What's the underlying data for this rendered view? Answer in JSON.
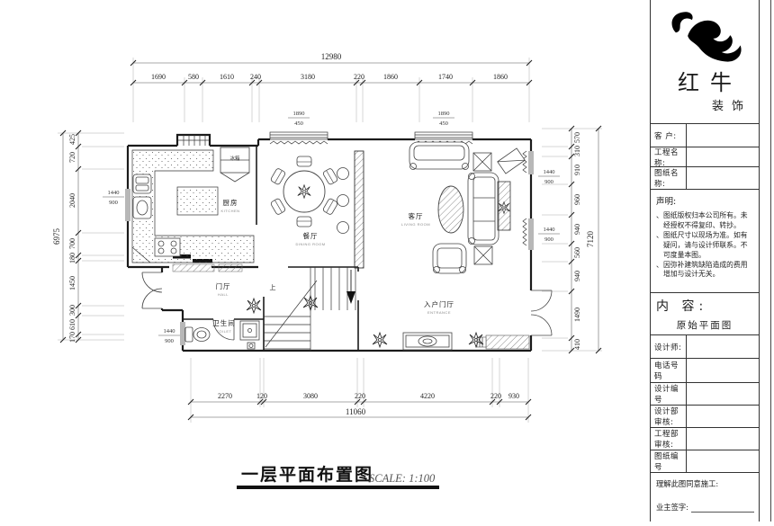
{
  "drawing": {
    "footer_title": "一层平面布置图",
    "footer_scale": "SCALE: 1:100"
  },
  "dimensions": {
    "top": {
      "total": "12980",
      "segments": [
        "1690",
        "580",
        "1610",
        "240",
        "3180",
        "220",
        "1860",
        "1740",
        "1860"
      ]
    },
    "bottom": {
      "total": "11060",
      "segments": [
        "2270",
        "120",
        "3080",
        "220",
        "4220",
        "220",
        "930"
      ]
    },
    "left": {
      "total": "6975",
      "segments": [
        "425",
        "720",
        "2040",
        "700",
        "180",
        "1450",
        "300",
        "610",
        "170"
      ]
    },
    "right": {
      "total": "7120",
      "segments": [
        "570",
        "310",
        "910",
        "960",
        "940",
        "560",
        "940",
        "1490",
        "410"
      ]
    }
  },
  "windows": [
    {
      "w": "1890",
      "h": "450"
    },
    {
      "w": "1890",
      "h": "450"
    },
    {
      "w": "1440",
      "h": "900"
    },
    {
      "w": "1440",
      "h": "900"
    },
    {
      "w": "1440",
      "h": "900"
    },
    {
      "w": "1440",
      "h": "900"
    }
  ],
  "rooms": {
    "kitchen": {
      "name": "厨房",
      "sub": "KITCHEN"
    },
    "dining": {
      "name": "餐厅",
      "sub": "DINING ROOM"
    },
    "living": {
      "name": "客厅",
      "sub": "LIVING ROOM"
    },
    "hall": {
      "name": "门厅",
      "sub": "HALL"
    },
    "entry": {
      "name": "入户门厅",
      "sub": "ENTRANCE"
    },
    "bath": {
      "name": "卫生间",
      "sub": "TOILET"
    }
  },
  "labels": {
    "fridge": "冰箱",
    "stairs_up": "上"
  },
  "title_block": {
    "brand": {
      "line1": "红牛",
      "line2": "装饰"
    },
    "fields": {
      "customer": "客  户:",
      "project": "工程名称:",
      "drawing": "图纸名称:"
    },
    "statement": {
      "heading": "声明:",
      "marker": "、",
      "items": [
        "图纸版权归本公司所有。未经授权不得复印、转抄。",
        "图纸尺寸以现场为准。如有疑问，请与设计师联系。不可度量本图。",
        "因弥补建筑缺陷造成的费用增加与设计无关。"
      ]
    },
    "content": {
      "heading": "内 容:",
      "value": "原始平面图"
    },
    "rows": [
      "设计师:",
      "电话号码",
      "设计编号",
      "设计部审核:",
      "工程部审核:",
      "图纸编号"
    ],
    "footer": {
      "approve": "理解此图同意施工:",
      "sign": "业主签字:"
    }
  }
}
